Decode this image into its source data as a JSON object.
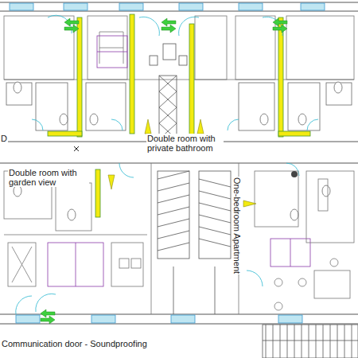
{
  "diagram": {
    "labels": [
      "D",
      "Double room with private bathroom",
      "Double room with garden view",
      "One-bedroom Apartment",
      "Communication door - Soundproofing"
    ]
  }
}
